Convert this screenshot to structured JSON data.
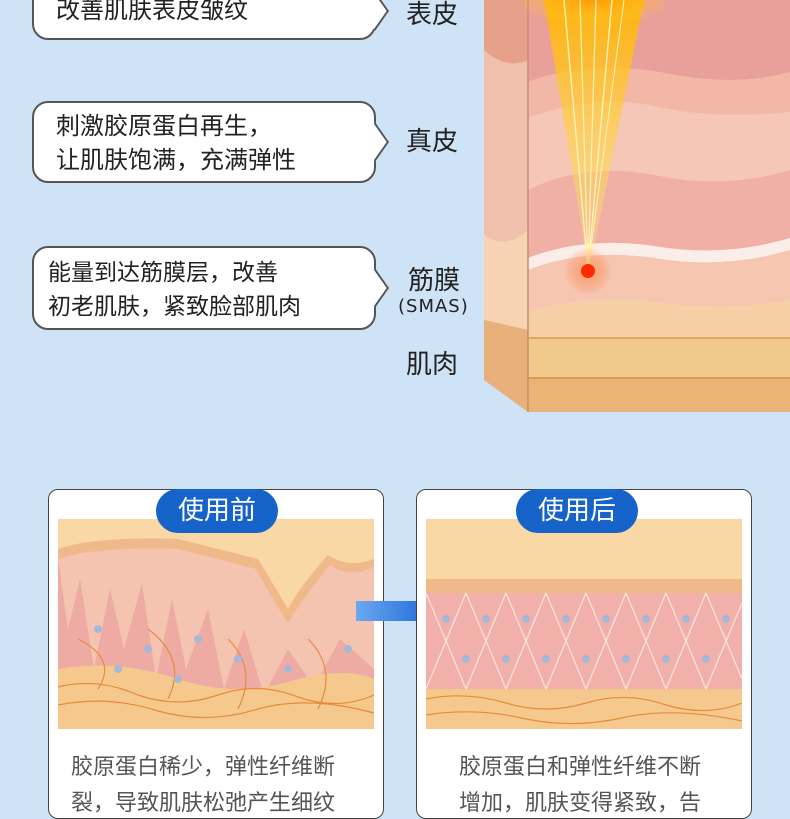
{
  "bubbles": {
    "epidermis": {
      "line1": "改善肌肤表皮皱纹"
    },
    "dermis": {
      "line1": "刺激胶原蛋白再生，",
      "line2": "让肌肤饱满，充满弹性"
    },
    "fascia": {
      "line1": "能量到达筋膜层，改善",
      "line2": "初老肌肤，紧致脸部肌肉"
    }
  },
  "layers": {
    "epidermis": "表皮",
    "dermis": "真皮",
    "fascia": "筋膜",
    "fascia_abbr": "(SMAS)",
    "muscle": "肌肉"
  },
  "before": {
    "label": "使用前",
    "caption_line1": "胶原蛋白稀少，弹性纤维断",
    "caption_line2": "裂，导致肌肤松弛产生细纹"
  },
  "after": {
    "label": "使用后",
    "caption_line1": "胶原蛋白和弹性纤维不断",
    "caption_line2": "增加，肌肤变得紧致，告"
  },
  "colors": {
    "background": "#cfe3f6",
    "pill": "#1663c9",
    "arrow": "#1f6ad6",
    "energy_core": "#ff2a00",
    "beam": "#ffd21a"
  }
}
